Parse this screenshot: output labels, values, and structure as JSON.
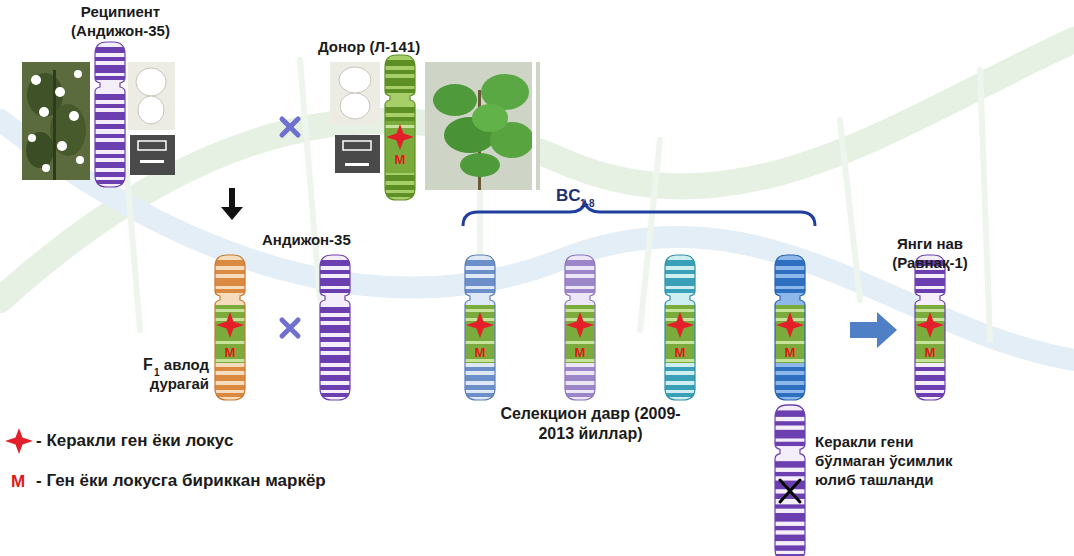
{
  "diagram": {
    "labels": [
      "Реципиент (Андижон-35)",
      "Донор (Л-141)",
      "M",
      "Андижон-35",
      "BC",
      "1-8",
      "Янги нав (Равнақ-1)",
      "F",
      "1",
      "авлод дурагай",
      "M",
      "M",
      "M",
      "M",
      "M",
      "M",
      "Селекцион давр (2009-2013 йиллар)",
      "Керакли гени бўлмаган ўсимлик юлиб ташланди",
      "M"
    ],
    "legend": [
      {
        "text": "- Керакли ген ёки локус"
      },
      {
        "text": "- Ген ёки локусга бириккан маркёр"
      }
    ]
  }
}
